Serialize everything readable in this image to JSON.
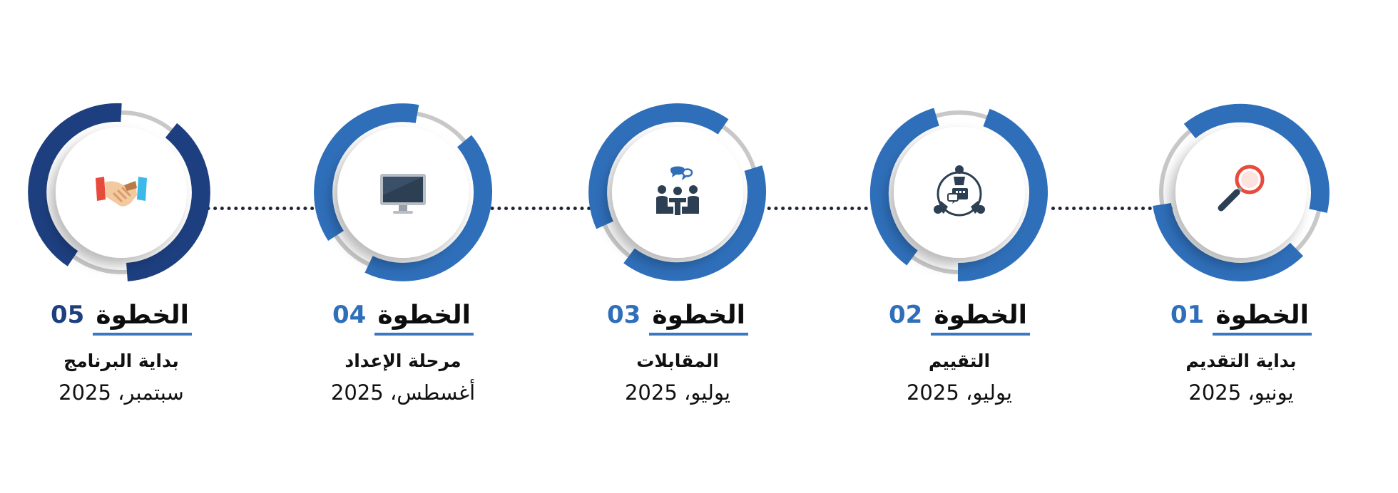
{
  "colors": {
    "accent": "#2f6fba",
    "accent_dark": "#1d3f7f",
    "ring_gap": "#c8c8c8",
    "connector": "#1f2533",
    "text": "#111111"
  },
  "steps": [
    {
      "number": "01",
      "title_word": "الخطوة",
      "name": "بداية التقديم",
      "date": "يونيو، 2025",
      "icon": "magnifier-icon",
      "ring_color": "#2f6fba"
    },
    {
      "number": "02",
      "title_word": "الخطوة",
      "name": "التقييم",
      "date": "يوليو، 2025",
      "icon": "team-network-icon",
      "ring_color": "#2f6fba"
    },
    {
      "number": "03",
      "title_word": "الخطوة",
      "name": "المقابلات",
      "date": "يوليو، 2025",
      "icon": "meeting-icon",
      "ring_color": "#2f6fba"
    },
    {
      "number": "04",
      "title_word": "الخطوة",
      "name": "مرحلة الإعداد",
      "date": "أغسطس، 2025",
      "icon": "monitor-icon",
      "ring_color": "#2f6fba"
    },
    {
      "number": "05",
      "title_word": "الخطوة",
      "name": "بداية البرنامج",
      "date": "سبتمبر، 2025",
      "icon": "handshake-icon",
      "ring_color": "#1d3f7f"
    }
  ]
}
